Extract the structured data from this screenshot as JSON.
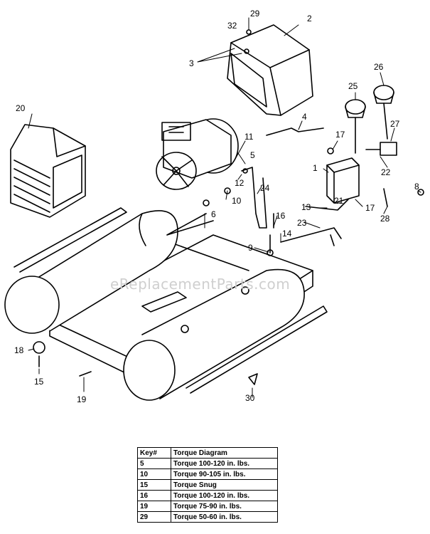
{
  "watermark": "eReplacementParts.com",
  "callouts": [
    {
      "id": "c29",
      "label": "29"
    },
    {
      "id": "c2",
      "label": "2"
    },
    {
      "id": "c32",
      "label": "32"
    },
    {
      "id": "c3",
      "label": "3"
    },
    {
      "id": "c20",
      "label": "20"
    },
    {
      "id": "c26",
      "label": "26"
    },
    {
      "id": "c25",
      "label": "25"
    },
    {
      "id": "c4",
      "label": "4"
    },
    {
      "id": "c27",
      "label": "27"
    },
    {
      "id": "c11",
      "label": "11"
    },
    {
      "id": "c17a",
      "label": "17"
    },
    {
      "id": "c5",
      "label": "5"
    },
    {
      "id": "c1",
      "label": "1"
    },
    {
      "id": "c22",
      "label": "22"
    },
    {
      "id": "c12",
      "label": "12"
    },
    {
      "id": "c8",
      "label": "8"
    },
    {
      "id": "c24",
      "label": "24"
    },
    {
      "id": "c10",
      "label": "10"
    },
    {
      "id": "c21",
      "label": "21"
    },
    {
      "id": "c13",
      "label": "13"
    },
    {
      "id": "c17b",
      "label": "17"
    },
    {
      "id": "c6",
      "label": "6"
    },
    {
      "id": "c16",
      "label": "16"
    },
    {
      "id": "c28",
      "label": "28"
    },
    {
      "id": "c23",
      "label": "23"
    },
    {
      "id": "c14",
      "label": "14"
    },
    {
      "id": "c9",
      "label": "9"
    },
    {
      "id": "c18",
      "label": "18"
    },
    {
      "id": "c15",
      "label": "15"
    },
    {
      "id": "c19",
      "label": "19"
    },
    {
      "id": "c30",
      "label": "30"
    }
  ],
  "torque_table": {
    "headers": [
      "Key#",
      "Torque Diagram"
    ],
    "rows": [
      {
        "key": "5",
        "value": "Torque 100-120 in. lbs."
      },
      {
        "key": "10",
        "value": "Torque 90-105 in. lbs."
      },
      {
        "key": "15",
        "value": "Torque Snug"
      },
      {
        "key": "16",
        "value": "Torque 100-120 in. lbs."
      },
      {
        "key": "19",
        "value": "Torque 75-90 in. lbs."
      },
      {
        "key": "29",
        "value": "Torque 50-60 in. lbs."
      }
    ]
  }
}
